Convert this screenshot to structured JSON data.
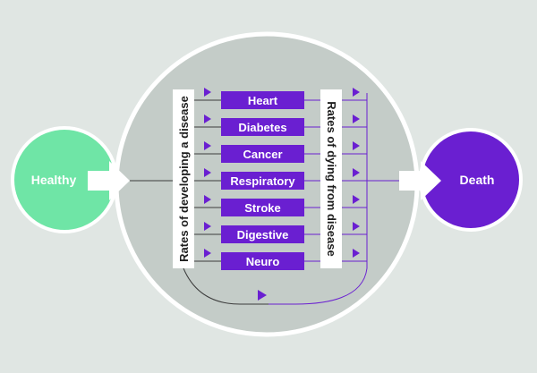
{
  "nodes": {
    "healthy": "Healthy",
    "death": "Death"
  },
  "rates": {
    "developing": "Rates of developing a disease",
    "dying": "Rates of dying from disease"
  },
  "diseases": [
    "Heart",
    "Diabetes",
    "Cancer",
    "Respiratory",
    "Stroke",
    "Digestive",
    "Neuro"
  ],
  "colors": {
    "background": "#e0e6e3",
    "big_circle": "#c4ccc8",
    "healthy": "#6fe5a6",
    "death": "#6a1fd1",
    "disease_box": "#6a1fd1",
    "line_dark": "#3c3c3c",
    "line_purple": "#6a1fd1"
  }
}
